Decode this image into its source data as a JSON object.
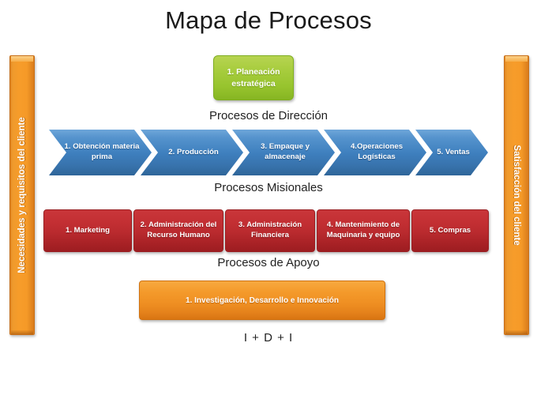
{
  "title": "Mapa de Procesos",
  "side_bars": {
    "left": {
      "label": "Necesidades y requisitos del cliente",
      "color": "#f79c2a"
    },
    "right": {
      "label": "Satisfacción del cliente",
      "color": "#f79c2a"
    }
  },
  "sections": [
    {
      "caption": "Procesos de Dirección",
      "type": "box",
      "color": "#a6cc3c",
      "items": [
        {
          "label": "1. Planeación estratégica"
        }
      ]
    },
    {
      "caption": "Procesos Misionales",
      "type": "chevron",
      "color": "#3e7fbe",
      "items": [
        {
          "label": "1. Obtención materia prima"
        },
        {
          "label": "2. Producción"
        },
        {
          "label": "3. Empaque y almacenaje"
        },
        {
          "label": "4.Operaciones Logísticas"
        },
        {
          "label": "5. Ventas"
        }
      ]
    },
    {
      "caption": "Procesos de Apoyo",
      "type": "box",
      "color": "#b92a2e",
      "items": [
        {
          "label": "1. Marketing"
        },
        {
          "label": "2. Administración del Recurso Humano"
        },
        {
          "label": "3. Administración Financiera"
        },
        {
          "label": "4. Mantenimiento de Maquinaria y equipo"
        },
        {
          "label": "5. Compras"
        }
      ]
    },
    {
      "caption": "I + D + I",
      "type": "box",
      "color": "#ef8f22",
      "items": [
        {
          "label": "1. Investigación, Desarrollo e Innovación"
        }
      ]
    }
  ]
}
